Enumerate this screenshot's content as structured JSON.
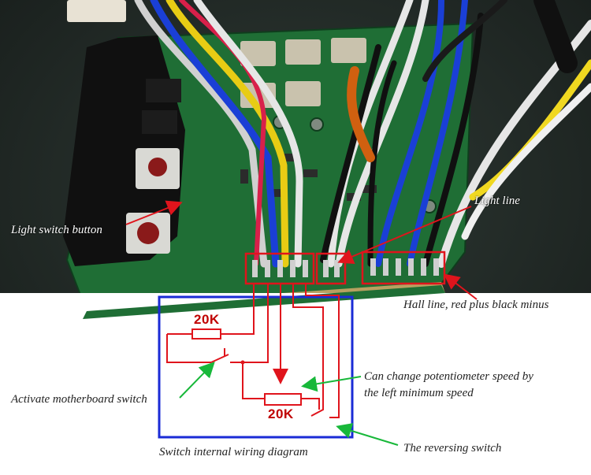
{
  "labels": {
    "light_line": "Light line",
    "light_switch_button": "Light switch button",
    "hall_line": "Hall line, red plus black minus",
    "activate_switch": "Activate motherboard switch",
    "potentiometer_line1": "Can change potentiometer speed by",
    "potentiometer_line2": "the left minimum speed",
    "wiring_diagram": "Switch internal wiring diagram",
    "reversing_switch": "The reversing switch",
    "resistor_top": "20K",
    "resistor_bottom": "20K"
  },
  "colors": {
    "board_green": "#1f6e35",
    "frame_blue": "#1a2bd6",
    "circuit_red": "#e0141c",
    "arrow_green": "#18b83a"
  }
}
